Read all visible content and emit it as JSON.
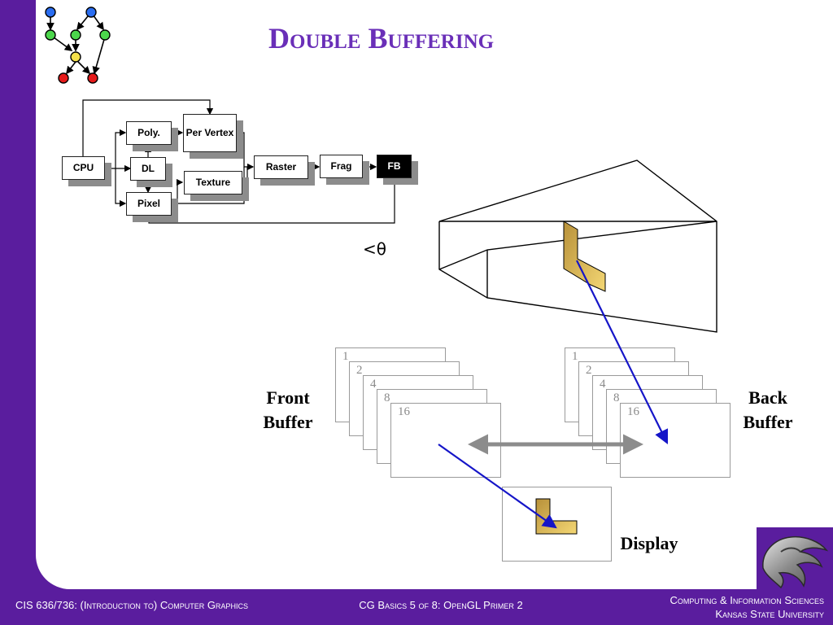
{
  "slide": {
    "title": "Double Buffering"
  },
  "pipeline": {
    "cpu": "CPU",
    "dl": "DL",
    "poly": "Poly.",
    "per_vertex": "Per Vertex",
    "pixel": "Pixel",
    "texture": "Texture",
    "raster": "Raster",
    "frag": "Frag",
    "fb": "FB"
  },
  "buffers": {
    "front_label": "Front Buffer",
    "back_label": "Back Buffer",
    "display_label": "Display",
    "front_levels": [
      "1",
      "2",
      "4",
      "8",
      "16"
    ],
    "back_levels": [
      "1",
      "2",
      "4",
      "8",
      "16"
    ]
  },
  "stray_glyph": "<θ",
  "footer": {
    "left": "CIS 636/736: (Introduction to) Computer Graphics",
    "center": "CG Basics 5 of 8: OpenGL Primer 2",
    "right_line1": "Computing & Information Sciences",
    "right_line2": "Kansas State University"
  },
  "colors": {
    "background": "#5a1d9e",
    "title": "#6a2fb8",
    "arrow_blue": "#1515c8",
    "swap_arrow": "#8c8c8c",
    "object_gold": "#d9b44a"
  },
  "icons": {
    "graph_logo": "node-graph-icon",
    "wildcat_logo": "powercat-logo-icon"
  }
}
